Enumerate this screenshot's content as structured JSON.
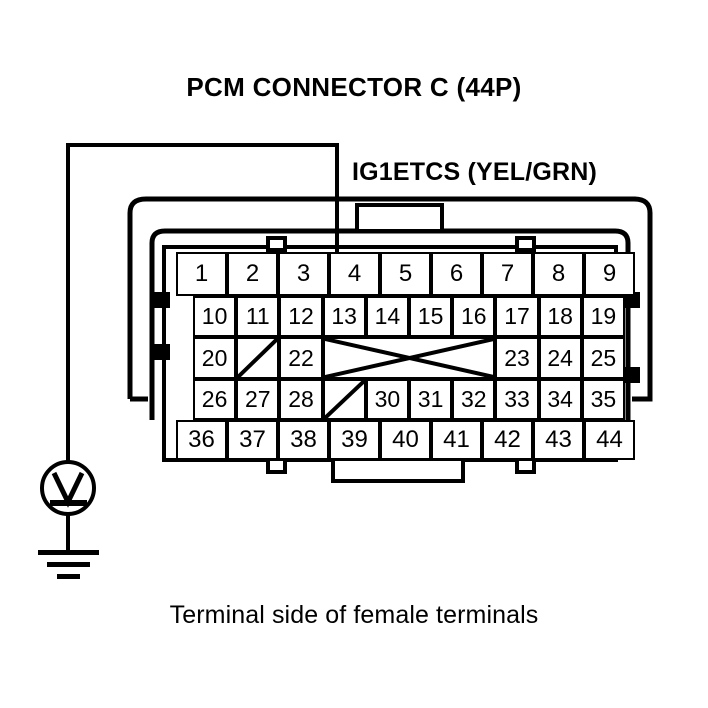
{
  "title": "PCM CONNECTOR C (44P)",
  "signal_label": "IG1ETCS (YEL/GRN)",
  "caption": "Terminal side of female terminals",
  "colors": {
    "line": "#000000",
    "background": "#ffffff"
  },
  "meter": {
    "symbol": "V",
    "name": "voltmeter",
    "ground": "chassis-ground"
  },
  "probe": {
    "target_pin": "4"
  },
  "connector": {
    "type": "44P",
    "rows": [
      {
        "name": "row-1",
        "cells": [
          {
            "label": "1",
            "blank": false
          },
          {
            "label": "2",
            "blank": false
          },
          {
            "label": "3",
            "blank": false
          },
          {
            "label": "4",
            "blank": false
          },
          {
            "label": "5",
            "blank": false
          },
          {
            "label": "6",
            "blank": false
          },
          {
            "label": "7",
            "blank": false
          },
          {
            "label": "8",
            "blank": false
          },
          {
            "label": "9",
            "blank": false
          }
        ]
      },
      {
        "name": "row-2",
        "cells": [
          {
            "label": "10",
            "blank": false
          },
          {
            "label": "11",
            "blank": false
          },
          {
            "label": "12",
            "blank": false
          },
          {
            "label": "13",
            "blank": false
          },
          {
            "label": "14",
            "blank": false
          },
          {
            "label": "15",
            "blank": false
          },
          {
            "label": "16",
            "blank": false
          },
          {
            "label": "17",
            "blank": false
          },
          {
            "label": "18",
            "blank": false
          },
          {
            "label": "19",
            "blank": false
          }
        ]
      },
      {
        "name": "row-3",
        "cells": [
          {
            "label": "20",
            "blank": false
          },
          {
            "label": "",
            "blank": true,
            "blank_style": "slash"
          },
          {
            "label": "22",
            "blank": false
          },
          {
            "label": "",
            "blank": true,
            "blank_style": "bowtie",
            "span": 4
          },
          {
            "label": "23",
            "blank": false
          },
          {
            "label": "24",
            "blank": false
          },
          {
            "label": "25",
            "blank": false
          }
        ]
      },
      {
        "name": "row-4",
        "cells": [
          {
            "label": "26",
            "blank": false
          },
          {
            "label": "27",
            "blank": false
          },
          {
            "label": "28",
            "blank": false
          },
          {
            "label": "",
            "blank": true,
            "blank_style": "slash"
          },
          {
            "label": "30",
            "blank": false
          },
          {
            "label": "31",
            "blank": false
          },
          {
            "label": "32",
            "blank": false
          },
          {
            "label": "33",
            "blank": false
          },
          {
            "label": "34",
            "blank": false
          },
          {
            "label": "35",
            "blank": false
          }
        ]
      },
      {
        "name": "row-5",
        "cells": [
          {
            "label": "36",
            "blank": false
          },
          {
            "label": "37",
            "blank": false
          },
          {
            "label": "38",
            "blank": false
          },
          {
            "label": "39",
            "blank": false
          },
          {
            "label": "40",
            "blank": false
          },
          {
            "label": "41",
            "blank": false
          },
          {
            "label": "42",
            "blank": false
          },
          {
            "label": "43",
            "blank": false
          },
          {
            "label": "44",
            "blank": false
          }
        ]
      }
    ]
  }
}
